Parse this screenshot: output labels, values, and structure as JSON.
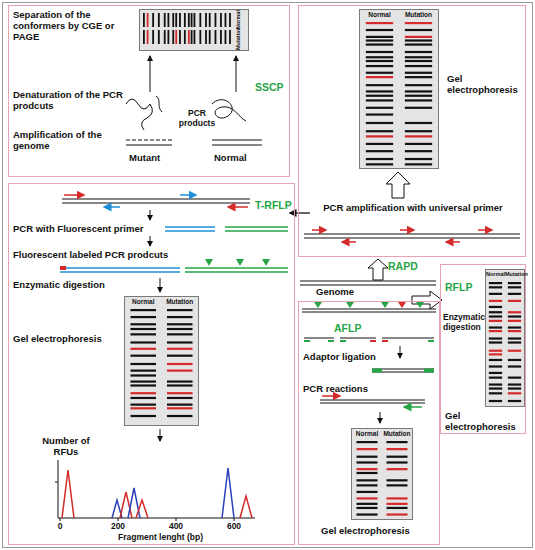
{
  "diagram": {
    "nodes": [
      {
        "text": [
          "Separation of the conformers by CGE or PAGE",
          "Denaturation of the PCR prodcuts",
          "Amplification of the genome",
          "PCR products",
          "Mutant",
          "Normal",
          "SSCP"
        ]
      },
      {
        "text": [
          "Normal",
          "Mutation"
        ],
        "in": 0
      },
      {
        "text": [
          "Gel electrophoresis",
          "PCR amplification with universal primer"
        ]
      },
      {
        "text": [
          "Normal",
          "Mutation"
        ],
        "in": 2
      },
      {
        "text": [
          "T-RFLP",
          "PCR with Fluorescent primer",
          "Fluorescent labeled PCR prodcuts",
          "Enzymatic digestion",
          "Gel electrophoresis"
        ]
      },
      {
        "text": [
          "Normal",
          "Mutation"
        ],
        "in": 4
      },
      {
        "text": [
          "AFLP",
          "Adaptor ligation",
          "PCR reactions",
          "Gel electrophoresis"
        ]
      },
      {
        "text": [
          "Normal",
          "Mutation"
        ],
        "in": 6
      },
      {
        "text": [
          "RFLP",
          "Enzymatic digestion",
          "Gel electrophoresis"
        ]
      },
      {
        "text": [
          "Normal",
          "Mutation"
        ],
        "in": 8
      }
    ],
    "labels": [
      "RAPD",
      "Genome",
      "Number of RFUs",
      "0",
      "200",
      "400",
      "600",
      "Fragment lenght (bp)"
    ]
  }
}
